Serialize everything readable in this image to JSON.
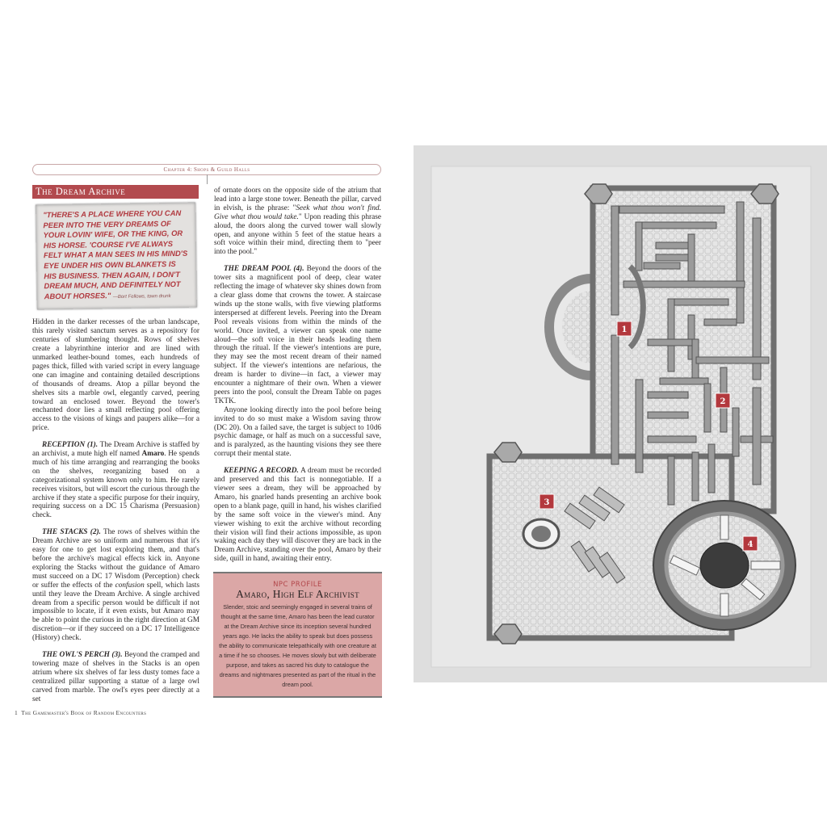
{
  "running_head": "Chapter 4: Shops & Guild Halls",
  "section_title": "The Dream Archive",
  "quote": {
    "text": "\"There's a place where you can peer into the very dreams of your lovin' wife, or the king, or his horse. 'Course I've always felt what a man sees in his mind's eye under his own blankets is his business. Then again, I don't dream much, and definitely not about horses.\"",
    "attribution": "—Bort Fellows, town drunk"
  },
  "intro": "Hidden in the darker recesses of the urban landscape, this rarely visited sanctum serves as a repository for centuries of slumbering thought. Rows of shelves create a labyrinthine interior and are lined with unmarked leather-bound tomes, each hundreds of pages thick, filled with varied script in every language one can imagine and containing detailed descriptions of thousands of dreams. Atop a pillar beyond the shelves sits a marble owl, elegantly carved, peering toward an enclosed tower. Beyond the tower's enchanted door lies a small reflecting pool offering access to the visions of kings and paupers alike—for a price.",
  "sections": [
    {
      "lead": "RECEPTION (1).",
      "pre": "The Dream Archive is staffed by an archivist, a mute high elf named ",
      "bold": "Amaro",
      "post": ". He spends much of his time arranging and rearranging the books on the shelves, reorganizing based on a categorizational system known only to him. He rarely receives visitors, but will escort the curious through the archive if they state a specific purpose for their inquiry, requiring success on a DC 15 Charisma (Persuasion) check."
    },
    {
      "lead": "THE STACKS (2).",
      "pre": "The rows of shelves within the Dream Archive are so uniform and numerous that it's easy for one to get lost exploring them, and that's before the archive's magical effects kick in. Anyone exploring the Stacks without the guidance of Amaro must succeed on a DC 17 Wisdom (Perception) check or suffer the effects of the ",
      "italic": "confusion",
      "post": " spell, which lasts until they leave the Dream Archive. A single archived dream from a specific person would be difficult if not impossible to locate, if it even exists, but Amaro may be able to point the curious in the right direction at GM discretion—or if they succeed on a DC 17 Intelligence (History) check."
    },
    {
      "lead": "THE OWL'S PERCH (3).",
      "pre": "Beyond the cramped and towering maze of shelves in the Stacks is an open atrium where six shelves of far less dusty tomes face a centralized pillar supporting a statue of a large owl carved from marble. The owl's eyes peer directly at a set",
      "cont_pre": "of ornate doors on the opposite side of the atrium that lead into a large stone tower. Beneath the pillar, carved in elvish, is the phrase: \"",
      "italic": "Seek what thou won't find. Give what thou would take.",
      "post": "\" Upon reading this phrase aloud, the doors along the curved tower wall slowly open, and anyone within 5 feet of the statue hears a soft voice within their mind, directing them to \"peer into the pool.\""
    },
    {
      "lead": "THE DREAM POOL (4).",
      "pre": "Beyond the doors of the tower sits a magnificent pool of deep, clear water reflecting the image of whatever sky shines down from a clear glass dome that crowns the tower. A staircase winds up the stone walls, with five viewing platforms interspersed at different levels. Peering into the Dream Pool reveals visions from within the minds of the world. Once invited, a viewer can speak one name aloud—the soft voice in their heads leading them through the ritual. If the viewer's intentions are pure, they may see the most recent dream of their named subject. If the viewer's intentions are nefarious, the dream is harder to divine—in fact, a viewer may encounter a nightmare of their own. When a viewer peers into the pool, consult the Dream Table on pages TKTK.",
      "second": "Anyone looking directly into the pool before being invited to do so must make a Wisdom saving throw (DC 20). On a failed save, the target is subject to 10d6 psychic damage, or half as much on a successful save, and is paralyzed, as the haunting visions they see there corrupt their mental state."
    },
    {
      "lead": "KEEPING A RECORD.",
      "pre": "A dream must be recorded and preserved and this fact is nonnegotiable. If a viewer sees a dream, they will be approached by Amaro, his gnarled hands presenting an archive book open to a blank page, quill in hand, his wishes clarified by the same soft voice in the viewer's mind. Any viewer wishing to exit the archive without recording their vision will find their actions impossible, as upon waking each day they will discover they are back in the Dream Archive, standing over the pool, Amaro by their side, quill in hand, awaiting their entry."
    }
  ],
  "npc": {
    "label": "NPC PROFILE",
    "title": "Amaro, High Elf Archivist",
    "body": "Slender, stoic and seemingly engaged in several trains of thought at the same time, Amaro has been the lead curator at the Dream Archive since its inception several hundred years ago. He lacks the ability to speak but does possess the ability to communicate telepathically with one creature at a time if he so chooses. He moves slowly but with deliberate purpose, and takes as sacred his duty to catalogue the dreams and nightmares presented as part of the ritual in the dream pool."
  },
  "footer": {
    "page_number": "1",
    "book_title": "The Gamemaster's Book of Random Encounters"
  },
  "map": {
    "markers": [
      "1",
      "2",
      "3",
      "4"
    ],
    "marker_color": "#b3383d"
  }
}
